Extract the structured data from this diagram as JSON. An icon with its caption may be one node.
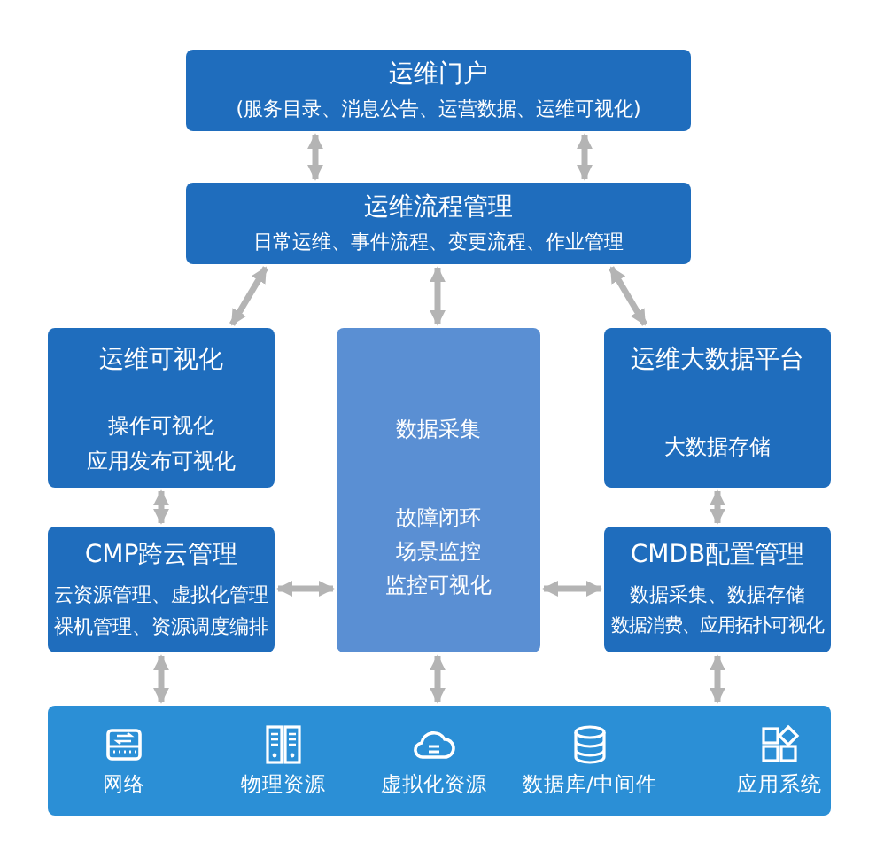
{
  "diagram": {
    "nodes": [
      {
        "text": [
          "运维门户",
          "(服务目录、消息公告、运营数据、运维可视化)"
        ]
      },
      {
        "text": [
          "运维流程管理",
          "日常运维、事件流程、变更流程、作业管理"
        ]
      },
      {
        "text": [
          "运维可视化",
          "操作可视化",
          "应用发布可视化"
        ]
      },
      {
        "text": [
          "数据采集",
          "故障闭环",
          "场景监控",
          "监控可视化"
        ]
      },
      {
        "text": [
          "运维大数据平台",
          "大数据存储"
        ]
      },
      {
        "text": [
          "CMP跨云管理",
          "云资源管理、虚拟化管理",
          "裸机管理、资源调度编排"
        ]
      },
      {
        "text": [
          "CMDB配置管理",
          "数据采集、数据存储",
          "数据消费、应用拓扑可视化"
        ]
      },
      {
        "text": [],
        "shape": "box"
      },
      {
        "text": [
          "网络"
        ],
        "in": 7
      },
      {
        "text": [
          "物理资源"
        ],
        "in": 7
      },
      {
        "text": [
          "虚拟化资源"
        ],
        "in": 7
      },
      {
        "text": [
          "数据库/中间件"
        ],
        "in": 7
      },
      {
        "text": [
          "应用系统"
        ],
        "in": 7
      }
    ],
    "edges": [
      {
        "from": 0,
        "to": 1,
        "arrow": "both"
      },
      {
        "from": 0,
        "to": 1,
        "arrow": "both"
      },
      {
        "from": 1,
        "to": 2,
        "arrow": "both"
      },
      {
        "from": 1,
        "to": 3,
        "arrow": "both"
      },
      {
        "from": 1,
        "to": 4,
        "arrow": "both"
      },
      {
        "from": 2,
        "to": 5,
        "arrow": "both"
      },
      {
        "from": 4,
        "to": 6,
        "arrow": "both"
      },
      {
        "from": 5,
        "to": 3,
        "arrow": "both"
      },
      {
        "from": 3,
        "to": 6,
        "arrow": "both"
      },
      {
        "from": 5,
        "to": 7,
        "arrow": "both"
      },
      {
        "from": 3,
        "to": 7,
        "arrow": "both"
      },
      {
        "from": 6,
        "to": 7,
        "arrow": "both"
      }
    ]
  }
}
